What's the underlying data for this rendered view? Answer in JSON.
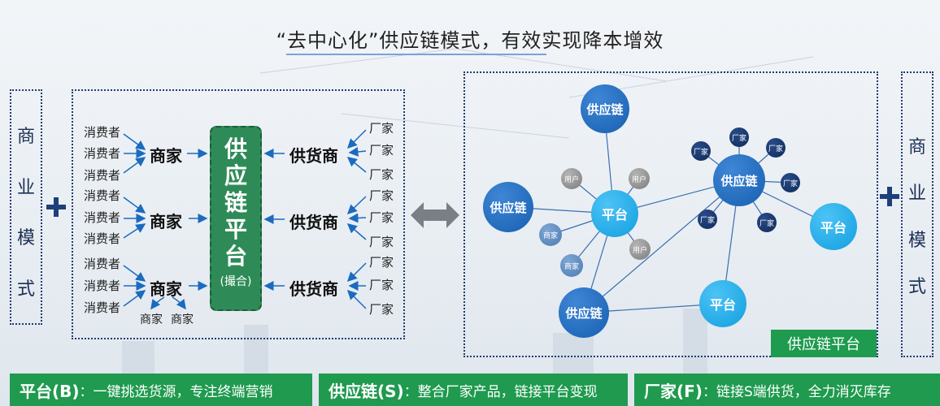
{
  "title": "“去中心化”供应链模式，有效实现降本增效",
  "left_vertical": [
    "商",
    "业",
    "模",
    "式"
  ],
  "right_vertical": [
    "商",
    "业",
    "模",
    "式"
  ],
  "left_diagram": {
    "consumer_label": "消费者",
    "merchant_label": "商家",
    "supplier_label": "供货商",
    "manufacturer_label": "厂家",
    "sub_merchant_labels": [
      "商家",
      "商家"
    ],
    "center_chars": [
      "供",
      "应",
      "链",
      "平",
      "台"
    ],
    "center_sub": "(撮合)"
  },
  "network": {
    "supply_chain_label": "供应链",
    "platform_label": "平台",
    "user_label": "用户",
    "merchant_label": "商家",
    "manufacturer_label": "厂家",
    "tag": "供应链平台"
  },
  "colors": {
    "green": "#1f9a4e",
    "blue": "#175fb0",
    "cyan": "#129fe0",
    "navy": "#102a5b"
  },
  "banners": [
    {
      "head": "平台(B)",
      "text": "：一键挑选货源，专注终端营销"
    },
    {
      "head": "供应链(S)",
      "text": "：整合厂家产品，链接平台变现"
    },
    {
      "head": "厂家(F)",
      "text": "：链接S端供货，全力消灭库存"
    }
  ]
}
